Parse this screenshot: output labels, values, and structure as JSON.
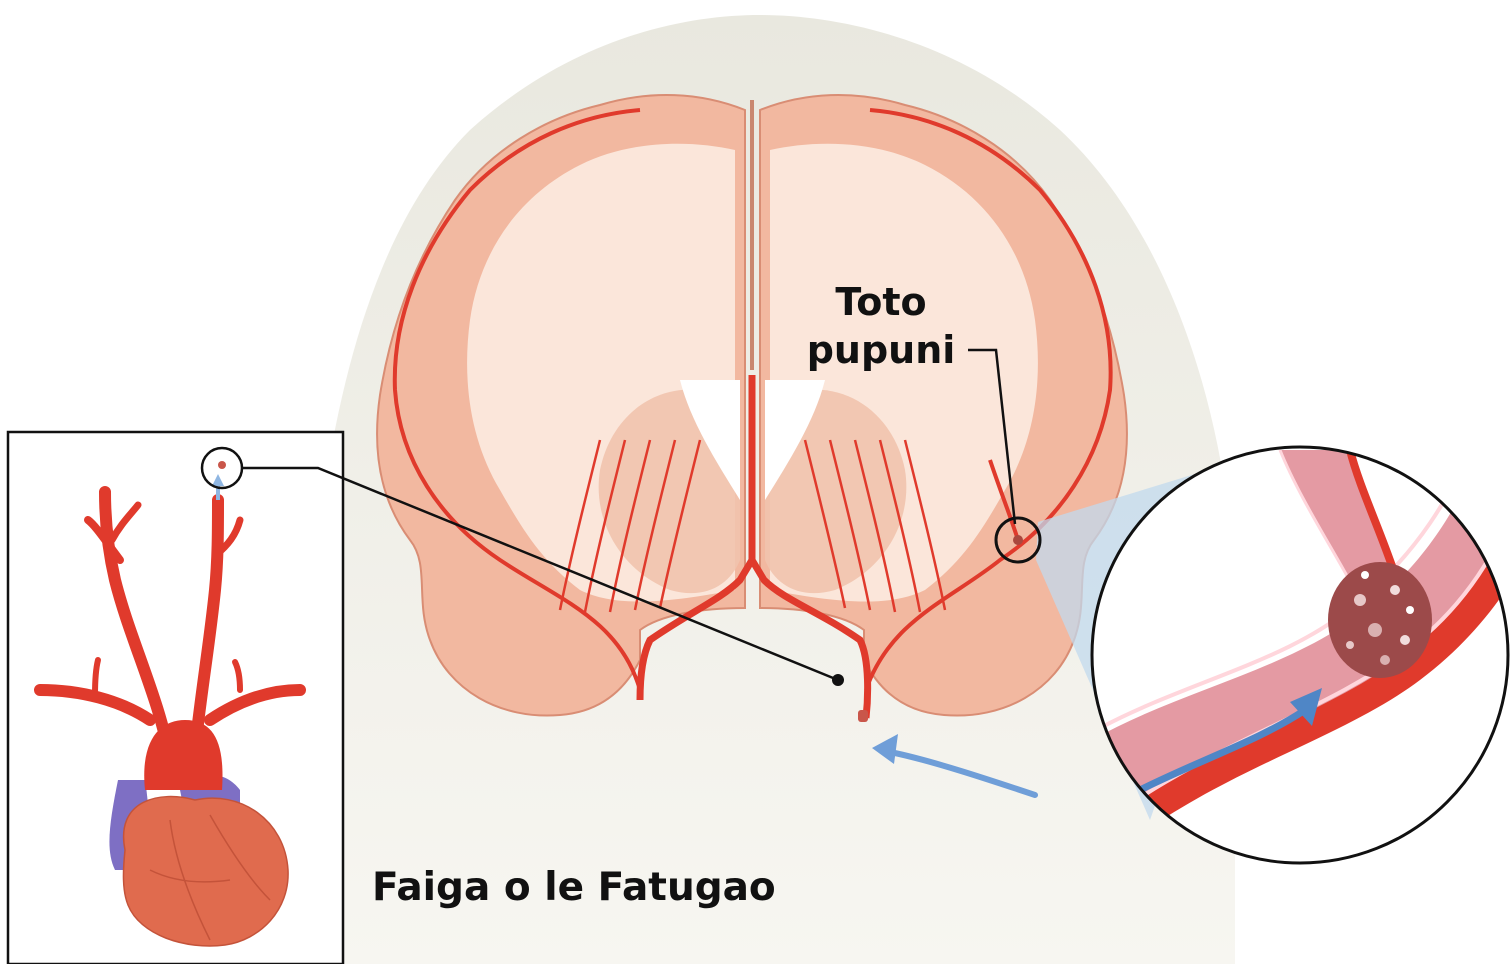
{
  "labels": {
    "clot_line1": "Toto",
    "clot_line2": "pupuni",
    "source": "Faiga o le Fatugao"
  },
  "icons": {
    "head_silhouette": "head-silhouette",
    "brain_section": "brain-coronal-section",
    "heart": "heart-with-arteries",
    "vessel_zoom": "artery-magnified-view",
    "clot": "blood-clot",
    "flow_arrow": "flow-arrow"
  },
  "colors": {
    "head": "#eeede6",
    "brain_cortex": "#f2b8a0",
    "brain_white_matter": "#fbe6da",
    "artery": "#e03a2c",
    "vessel_wall": "#e89aa3",
    "flow_arrow": "#5a8fd0",
    "zoom_cone": "#c2d9ee",
    "heart": "#e06b4e",
    "vein": "#7e6fc4"
  }
}
